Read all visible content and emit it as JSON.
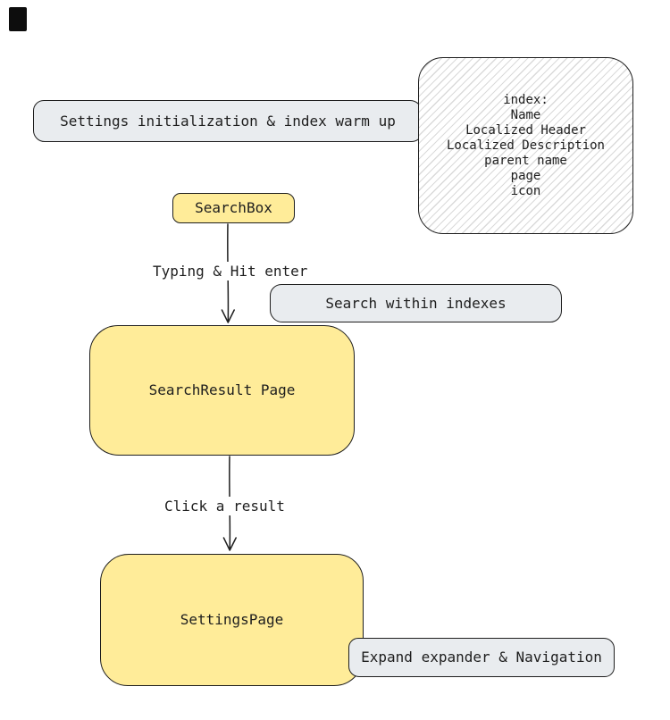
{
  "nodes": {
    "init_box": {
      "label": "Settings initialization & index warm up"
    },
    "index_card": {
      "lines": [
        "index:",
        "Name",
        "Localized Header",
        "Localized Description",
        "parent name",
        "page",
        "icon"
      ]
    },
    "search_box": {
      "label": "SearchBox"
    },
    "search_within_box": {
      "label": "Search within indexes"
    },
    "search_result_page": {
      "label": "SearchResult Page"
    },
    "settings_page": {
      "label": "SettingsPage"
    },
    "expand_box": {
      "label": "Expand expander & Navigation"
    }
  },
  "edges": {
    "typing_enter": {
      "label": "Typing & Hit enter"
    },
    "click_result": {
      "label": "Click a result"
    }
  },
  "colors": {
    "yellow_fill": "#ffec99",
    "gray_fill": "#e9ecef",
    "stroke": "#1e1e1e",
    "hatch_line": "#dadada",
    "background": "#ffffff"
  }
}
